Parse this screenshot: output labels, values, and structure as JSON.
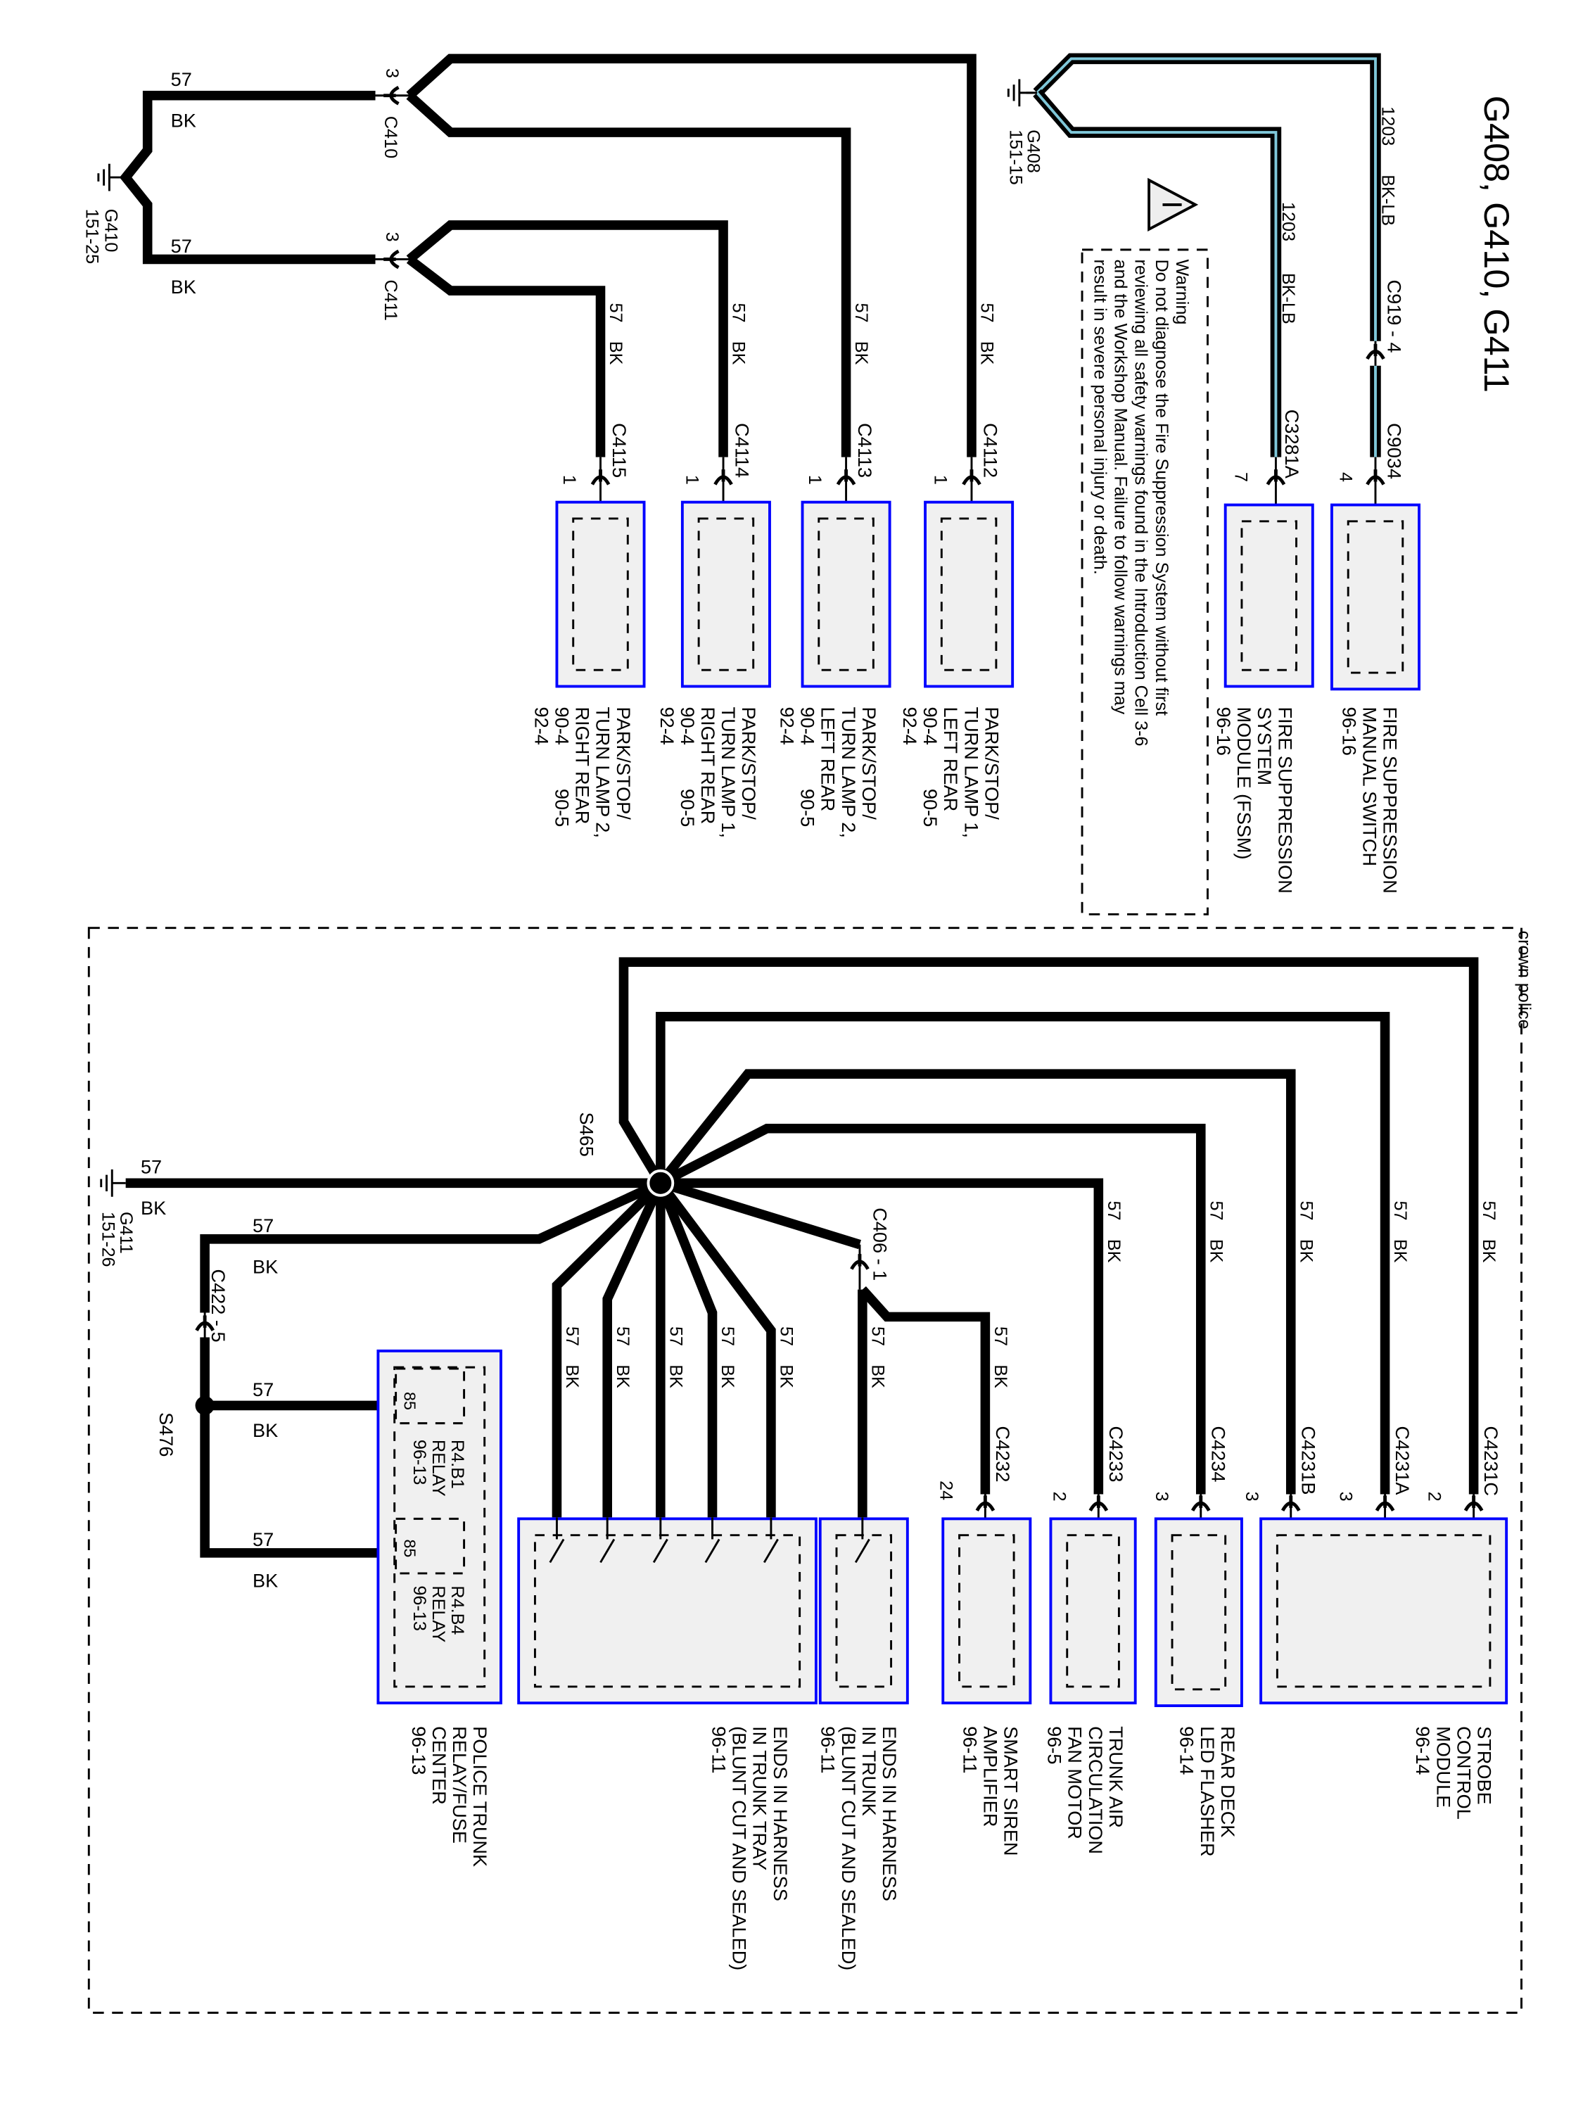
{
  "title": "G408, G410, G411",
  "colors": {
    "wire": "#000000",
    "wire_stripe": "#7fc7d9",
    "component_border": "#0000ff",
    "component_fill": "#f0f0f0"
  },
  "icons": {
    "ground": "ground-icon",
    "connector": "connector-chevron-icon",
    "splice": "splice-dot-icon",
    "warning": "warning-triangle-icon"
  },
  "grounds": {
    "g410": {
      "id": "G410",
      "ref": "151-25"
    },
    "g408": {
      "id": "G408",
      "ref": "151-15"
    },
    "g411": {
      "id": "G411",
      "ref": "151-26"
    }
  },
  "wire": {
    "circuit": "57",
    "color": "BK",
    "fs_circuit": "1203",
    "fs_color": "BK-LB"
  },
  "connectors": {
    "c410": {
      "name": "C410",
      "pin": "3"
    },
    "c411": {
      "name": "C411",
      "pin": "3"
    },
    "c4112": {
      "name": "C4112",
      "pin": "1"
    },
    "c4113": {
      "name": "C4113",
      "pin": "1"
    },
    "c4114": {
      "name": "C4114",
      "pin": "1"
    },
    "c4115": {
      "name": "C4115",
      "pin": "1"
    },
    "c919": {
      "name": "C919 - 4"
    },
    "c9034": {
      "name": "C9034",
      "pin": "4"
    },
    "c3281a": {
      "name": "C3281A",
      "pin": "7"
    },
    "c4231c": {
      "name": "C4231C",
      "pin": "2"
    },
    "c4231a": {
      "name": "C4231A",
      "pin": "3"
    },
    "c4231b": {
      "name": "C4231B",
      "pin": "3"
    },
    "c4234": {
      "name": "C4234",
      "pin": "3"
    },
    "c4233": {
      "name": "C4233",
      "pin": "2"
    },
    "c4232": {
      "name": "C4232",
      "pin": "24"
    },
    "c406": {
      "name": "C406 - 1"
    },
    "c422": {
      "name": "C422 - 5"
    }
  },
  "splices": {
    "s465": "S465",
    "s476": "S476"
  },
  "warning": {
    "heading": "Warning",
    "lines": [
      "Do not diagnose the Fire Suppression System without first",
      "reviewing all safety warnings found in the Introduction Cell 3-6",
      "and the Workshop Manual. Failure to follow warnings may",
      "result in severe personal injury or death."
    ]
  },
  "section_label": "crown police",
  "components": {
    "fs_switch": [
      "FIRE SUPPRESSION",
      "MANUAL SWITCH",
      "96-16"
    ],
    "fssm": [
      "FIRE SUPPRESSION",
      "SYSTEM",
      "MODULE (FSSM)",
      "96-16"
    ],
    "lamp_lr1": {
      "lines": [
        "PARK/STOP/",
        "TURN LAMP 1,",
        "LEFT REAR"
      ],
      "refs": [
        "90-4",
        "90-5",
        "92-4"
      ]
    },
    "lamp_lr2": {
      "lines": [
        "PARK/STOP/",
        "TURN LAMP 2,",
        "LEFT REAR"
      ],
      "refs": [
        "90-4",
        "90-5",
        "92-4"
      ]
    },
    "lamp_rr1": {
      "lines": [
        "PARK/STOP/",
        "TURN LAMP 1,",
        "RIGHT REAR"
      ],
      "refs": [
        "90-4",
        "90-5",
        "92-4"
      ]
    },
    "lamp_rr2": {
      "lines": [
        "PARK/STOP/",
        "TURN LAMP 2,",
        "RIGHT REAR"
      ],
      "refs": [
        "90-4",
        "90-5",
        "92-4"
      ]
    },
    "strobe": [
      "STROBE",
      "CONTROL",
      "MODULE",
      "96-14"
    ],
    "rear_deck": [
      "REAR DECK",
      "LED FLASHER",
      "96-14"
    ],
    "trunk_air": [
      "TRUNK AIR",
      "CIRCULATION",
      "FAN MOTOR",
      "96-5"
    ],
    "siren": [
      "SMART SIREN",
      "AMPLIFIER",
      "96-11"
    ],
    "ends_trunk": [
      "ENDS IN HARNESS",
      "IN TRUNK",
      "(BLUNT CUT AND SEALED)",
      "96-11"
    ],
    "ends_tray": [
      "ENDS IN HARNESS",
      "IN TRUNK TRAY",
      "(BLUNT CUT AND SEALED)",
      "96-11"
    ],
    "police_trunk": [
      "POLICE TRUNK",
      "RELAY/FUSE",
      "CENTER",
      "96-13"
    ],
    "relay_b1": {
      "pin": "85",
      "lines": [
        "R4.B1",
        "RELAY",
        "96-13"
      ]
    },
    "relay_b4": {
      "pin": "85",
      "lines": [
        "R4.B4",
        "RELAY",
        "96-13"
      ]
    }
  }
}
